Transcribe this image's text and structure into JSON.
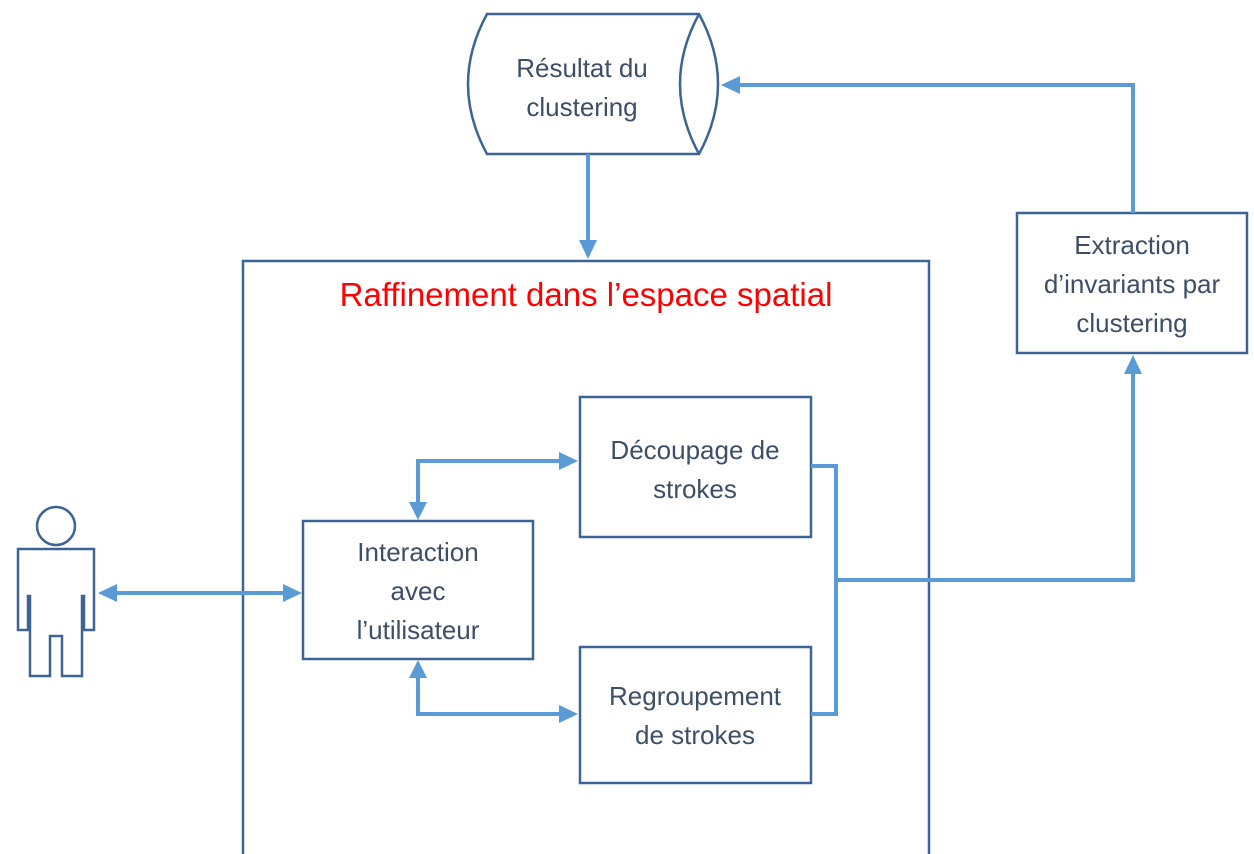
{
  "colors": {
    "box_border": "#3c6494",
    "arrow": "#5b9bd5",
    "text": "#3d4f66",
    "title": "#ff0000"
  },
  "storage": {
    "line1": "Résultat du",
    "line2": "clustering"
  },
  "container": {
    "title": "Raffinement dans l’espace spatial"
  },
  "interaction": {
    "line1": "Interaction",
    "line2": "avec",
    "line3": "l’utilisateur"
  },
  "decoupage": {
    "line1": "Découpage de",
    "line2": "strokes"
  },
  "regroupement": {
    "line1": "Regroupement",
    "line2": "de strokes"
  },
  "extraction": {
    "line1": "Extraction",
    "line2": "d’invariants par",
    "line3": "clustering"
  },
  "icons": {
    "user": "person-icon"
  }
}
